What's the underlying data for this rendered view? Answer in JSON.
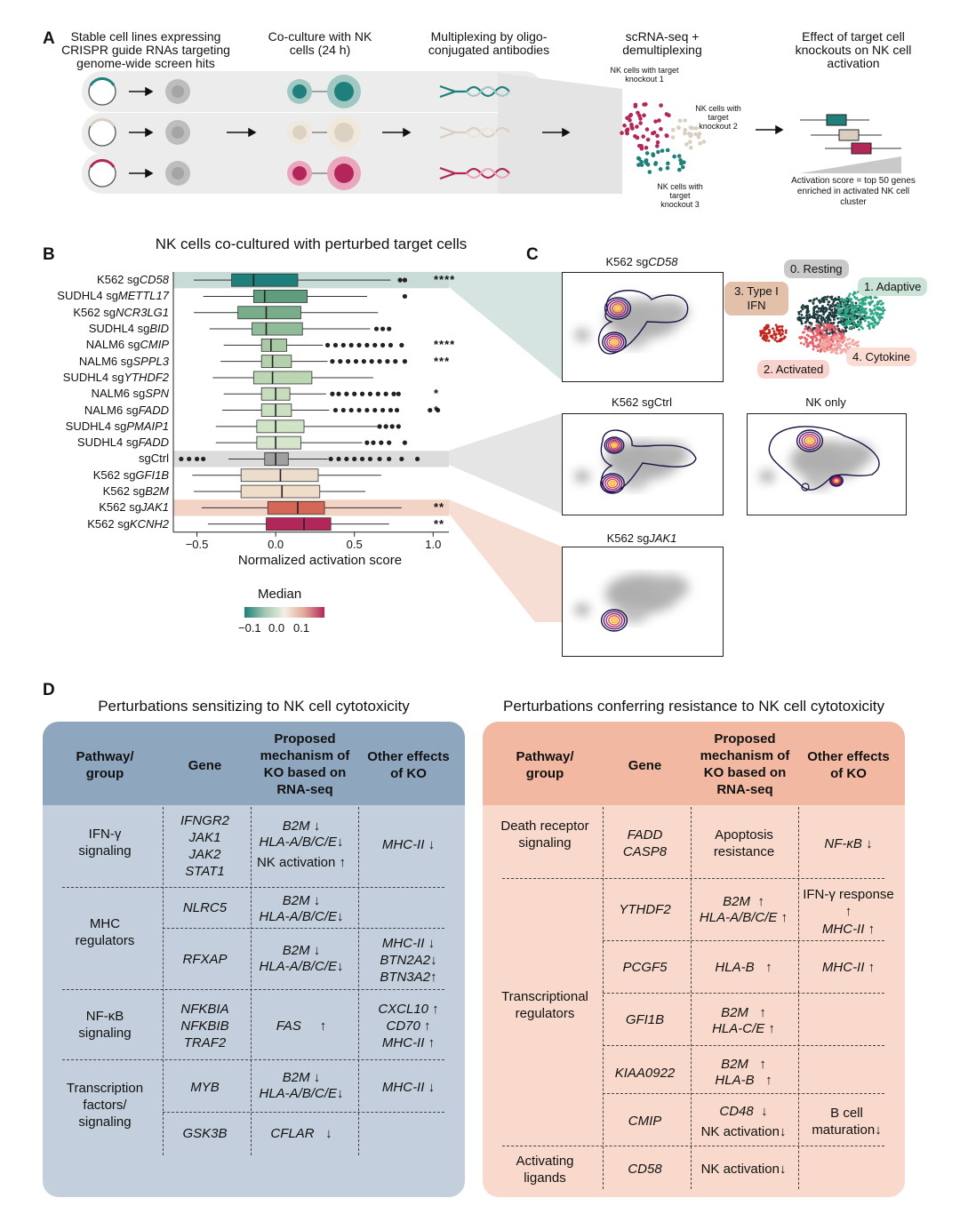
{
  "panel_a": {
    "letter": "A",
    "step1": "Stable cell lines expressing CRISPR guide RNAs targeting genome-wide screen hits",
    "step2": "Co-culture with NK cells (24 h)",
    "step3": "Multiplexing by oligo-conjugated antibodies",
    "step4": "scRNA-seq + demultiplexing",
    "step5": "Effect of target cell knockouts on NK cell activation",
    "ko1": "NK cells with target knockout 1",
    "ko2": "NK cells with target knockout 2",
    "ko3": "NK cells with target knockout 3",
    "score_note": "Activation score = top 50 genes enriched in activated NK cell cluster",
    "colors": {
      "teal": "#1f7f7a",
      "beige": "#d9cfc0",
      "crimson": "#b3265a"
    }
  },
  "panel_b": {
    "letter": "B",
    "title": "NK cells co-cultured with perturbed target cells",
    "xlabel": "Normalized activation score",
    "legend_title": "Median",
    "legend_ticks": [
      "−0.1",
      "0.0",
      "0.1"
    ],
    "x_ticks": [
      "−0.5",
      "0.0",
      "0.5",
      "1.0"
    ]
  },
  "chart_data": {
    "type": "boxplot",
    "title": "NK cells co-cultured with perturbed target cells",
    "xlabel": "Normalized activation score",
    "xlim": [
      -0.65,
      1.1
    ],
    "series": [
      {
        "label": "K562 sgCD58",
        "prefix": "K562 sg",
        "gene": "CD58",
        "median": -0.14,
        "q1": -0.28,
        "q3": 0.14,
        "wlo": -0.52,
        "whi": 0.73,
        "outliers": [
          0.79,
          0.82
        ],
        "sig": "****",
        "highlight": "#c8dbd7",
        "color": "#1f7f7a"
      },
      {
        "label": "SUDHL4 sgMETTL17",
        "prefix": "SUDHL4 sg",
        "gene": "METTL17",
        "median": -0.07,
        "q1": -0.14,
        "q3": 0.2,
        "wlo": -0.46,
        "whi": 0.58,
        "outliers": [
          0.82
        ],
        "sig": "",
        "color": "#5f9d7e"
      },
      {
        "label": "K562 sgNCR3LG1",
        "prefix": "K562 sg",
        "gene": "NCR3LG1",
        "median": -0.06,
        "q1": -0.24,
        "q3": 0.16,
        "wlo": -0.52,
        "whi": 0.65,
        "outliers": [],
        "sig": "",
        "color": "#79ad8a"
      },
      {
        "label": "SUDHL4 sgBID",
        "prefix": "SUDHL4 sg",
        "gene": "BID",
        "median": -0.06,
        "q1": -0.15,
        "q3": 0.17,
        "wlo": -0.42,
        "whi": 0.6,
        "outliers": [
          0.64,
          0.68,
          0.72
        ],
        "sig": "",
        "color": "#8fbb98"
      },
      {
        "label": "NALM6 sgCMIP",
        "prefix": "NALM6 sg",
        "gene": "CMIP",
        "median": -0.03,
        "q1": -0.09,
        "q3": 0.07,
        "wlo": -0.33,
        "whi": 0.3,
        "outliers": [
          0.33,
          0.38,
          0.43,
          0.48,
          0.53,
          0.58,
          0.63,
          0.68,
          0.73,
          0.8
        ],
        "sig": "****",
        "color": "#a8c9a4"
      },
      {
        "label": "NALM6 sgSPPL3",
        "prefix": "NALM6 sg",
        "gene": "SPPL3",
        "median": -0.02,
        "q1": -0.09,
        "q3": 0.1,
        "wlo": -0.35,
        "whi": 0.33,
        "outliers": [
          0.36,
          0.41,
          0.46,
          0.51,
          0.56,
          0.61,
          0.66,
          0.71,
          0.76,
          0.82
        ],
        "sig": "***",
        "color": "#b4d0ad"
      },
      {
        "label": "SUDHL4 sgYTHDF2",
        "prefix": "SUDHL4 sg",
        "gene": "YTHDF2",
        "median": -0.02,
        "q1": -0.14,
        "q3": 0.23,
        "wlo": -0.4,
        "whi": 0.62,
        "outliers": [],
        "sig": "",
        "color": "#bcd6b4"
      },
      {
        "label": "NALM6 sgSPN",
        "prefix": "NALM6 sg",
        "gene": "SPN",
        "median": 0.0,
        "q1": -0.09,
        "q3": 0.09,
        "wlo": -0.33,
        "whi": 0.32,
        "outliers": [
          0.36,
          0.4,
          0.45,
          0.5,
          0.55,
          0.6,
          0.65,
          0.7,
          0.75,
          0.78
        ],
        "sig": "*",
        "color": "#c6dcbd"
      },
      {
        "label": "NALM6 sgFADD",
        "prefix": "NALM6 sg",
        "gene": "FADD",
        "median": 0.0,
        "q1": -0.09,
        "q3": 0.1,
        "wlo": -0.34,
        "whi": 0.34,
        "outliers": [
          0.38,
          0.43,
          0.48,
          0.53,
          0.58,
          0.63,
          0.68,
          0.73,
          0.77,
          0.98,
          1.03
        ],
        "sig": "*",
        "color": "#cbe0c3"
      },
      {
        "label": "SUDHL4 sgPMAIP1",
        "prefix": "SUDHL4 sg",
        "gene": "PMAIP1",
        "median": 0.0,
        "q1": -0.12,
        "q3": 0.18,
        "wlo": -0.38,
        "whi": 0.65,
        "outliers": [
          0.66,
          0.7,
          0.74,
          0.78
        ],
        "sig": "",
        "color": "#d1e3c7"
      },
      {
        "label": "SUDHL4 sgFADD",
        "prefix": "SUDHL4 sg",
        "gene": "FADD",
        "median": 0.0,
        "q1": -0.12,
        "q3": 0.16,
        "wlo": -0.38,
        "whi": 0.55,
        "outliers": [
          0.58,
          0.62,
          0.67,
          0.72,
          0.82
        ],
        "sig": "",
        "color": "#d6e6cc"
      },
      {
        "label": "sgCtrl",
        "prefix": "sgCtrl",
        "gene": "",
        "median": 0.0,
        "q1": -0.07,
        "q3": 0.08,
        "wlo": -0.3,
        "whi": 0.33,
        "outliers": [
          -0.6,
          -0.55,
          -0.5,
          -0.46,
          0.35,
          0.4,
          0.45,
          0.5,
          0.55,
          0.6,
          0.66,
          0.72,
          0.8,
          0.9
        ],
        "sig": "",
        "highlight": "#dcdcdc",
        "color": "#a0a0a0"
      },
      {
        "label": "K562 sgGFI1B",
        "prefix": "K562 sg",
        "gene": "GFI1B",
        "median": 0.03,
        "q1": -0.22,
        "q3": 0.27,
        "wlo": -0.53,
        "whi": 0.67,
        "outliers": [],
        "sig": "",
        "color": "#ecdccb"
      },
      {
        "label": "K562 sgB2M",
        "prefix": "K562 sg",
        "gene": "B2M",
        "median": 0.04,
        "q1": -0.22,
        "q3": 0.28,
        "wlo": -0.52,
        "whi": 0.57,
        "outliers": [],
        "sig": "",
        "color": "#efdcc9"
      },
      {
        "label": "K562 sgJAK1",
        "prefix": "K562 sg",
        "gene": "JAK1",
        "median": 0.14,
        "q1": -0.05,
        "q3": 0.31,
        "wlo": -0.47,
        "whi": 0.8,
        "outliers": [],
        "sig": "**",
        "highlight": "#f3d3c6",
        "color": "#d46756"
      },
      {
        "label": "K562 sgKCNH2",
        "prefix": "K562 sg",
        "gene": "KCNH2",
        "median": 0.18,
        "q1": -0.06,
        "q3": 0.35,
        "wlo": -0.43,
        "whi": 0.72,
        "outliers": [],
        "sig": "**",
        "color": "#b3265a"
      }
    ]
  },
  "panel_c": {
    "letter": "C",
    "umap1_title_prefix": "K562 sg",
    "umap1_title_gene": "CD58",
    "umap2_title": "K562 sgCtrl",
    "umap3_title_prefix": "K562 sg",
    "umap3_title_gene": "JAK1",
    "umap4_title": "NK only",
    "cluster0": "0. Resting",
    "cluster1": "1. Adaptive",
    "cluster2": "2. Activated",
    "cluster3": "3. Type I IFN",
    "cluster4": "4. Cytokine"
  },
  "panel_d": {
    "letter": "D",
    "left_title": "Perturbations sensitizing to NK cell cytotoxicity",
    "right_title": "Perturbations conferring resistance to NK cell cytotoxicity",
    "headers": {
      "pathway": "Pathway/ group",
      "gene": "Gene",
      "mechanism": "Proposed mechanism of KO based on RNA-seq",
      "other": "Other effects of KO"
    },
    "left": {
      "ifn_group": "IFN-γ signaling",
      "ifn_genes": [
        "IFNGR2",
        "JAK1",
        "JAK2",
        "STAT1"
      ],
      "ifn_mech": [
        "B2M",
        "HLA-A/B/C/E",
        "NK activation"
      ],
      "ifn_other": "MHC-II",
      "mhc_group": "MHC regulators",
      "nlrc5": "NLRC5",
      "nlrc5_mech": [
        "B2M",
        "HLA-A/B/C/E"
      ],
      "rfxap": "RFXAP",
      "rfxap_mech": [
        "B2M",
        "HLA-A/B/C/E"
      ],
      "rfxap_other": [
        "MHC-II",
        "BTN2A2",
        "BTN3A2"
      ],
      "nfkb_group": "NF-κB signaling",
      "nfkb_genes": [
        "NFKBIA",
        "NFKBIB",
        "TRAF2"
      ],
      "nfkb_mech": "FAS",
      "nfkb_other": [
        "CXCL10",
        "CD70",
        "MHC-II"
      ],
      "tf_group": "Transcription factors/ signaling",
      "myb": "MYB",
      "myb_mech": [
        "B2M",
        "HLA-A/B/C/E"
      ],
      "myb_other": "MHC-II",
      "gsk3b": "GSK3B",
      "gsk3b_mech": "CFLAR"
    },
    "right": {
      "death_group": "Death receptor signaling",
      "death_genes": [
        "FADD",
        "CASP8"
      ],
      "death_mech": "Apoptosis resistance",
      "death_other": "NF-κB",
      "tr_group": "Transcriptional regulators",
      "ythdf2": "YTHDF2",
      "ythdf2_mech": [
        "B2M",
        "HLA-A/B/C/E"
      ],
      "ythdf2_other": [
        "IFN-γ response",
        "MHC-II"
      ],
      "pcgf5": "PCGF5",
      "pcgf5_mech": "HLA-B",
      "pcgf5_other": "MHC-II",
      "gfi1b": "GFI1B",
      "gfi1b_mech": [
        "B2M",
        "HLA-C/E"
      ],
      "kiaa": "KIAA0922",
      "kiaa_mech": [
        "B2M",
        "HLA-B"
      ],
      "cmip": "CMIP",
      "cmip_mech": [
        "CD48",
        "NK activation"
      ],
      "cmip_other": "B cell maturation",
      "lig_group": "Activating ligands",
      "cd58": "CD58",
      "cd58_mech": "NK activation"
    },
    "colors": {
      "left_header": "#8fa6bf",
      "left_body": "#c3cfdc",
      "right_header": "#f2b8a2",
      "right_body": "#f8d9cc"
    }
  }
}
